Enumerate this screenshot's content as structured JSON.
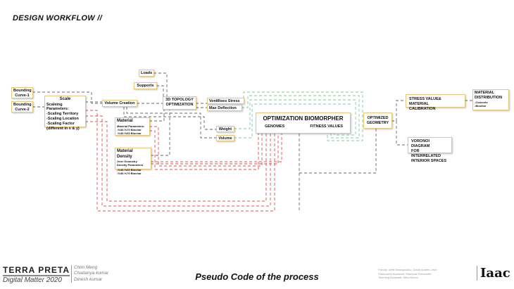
{
  "header": {
    "title": "DESIGN WORKFLOW //"
  },
  "nodes": {
    "loads": "Loads",
    "supports": "Supports",
    "bounding1": [
      "Bounding",
      "Curve-1"
    ],
    "bounding2": [
      "Bounding",
      "Curve-2"
    ],
    "scale": {
      "title": "Scale",
      "lines": [
        "Scaleing Parameters:",
        "-Scaling Territory",
        "-Scaling Location",
        "-Scaling Factor",
        "(different in x & y)"
      ]
    },
    "volume_creation": "Volume Creation",
    "topology": [
      "3D TOPOLOGY",
      "OPTIMIZATION"
    ],
    "material": {
      "title": "Material",
      "params": "Material Parameters:",
      "lines": [
        "-%30-%70 Biochar",
        "-%40-%60 Biochar"
      ]
    },
    "material_density": {
      "title": "Material Density",
      "sub": [
        "Over Geometry",
        "Density Parameters"
      ],
      "lines": [
        "-%40-%60 Biochar",
        "-%30-%70 Biochar"
      ]
    },
    "vonmises": "VonMises Stress",
    "max_deflection": "Max Deflection",
    "weight": "Weight",
    "volume": "Volume",
    "biomorpher": {
      "title": "OPTIMIZATION BIOMORPHER",
      "genomes": "GENOMES",
      "fitness": "FITNESS VALUES"
    },
    "optimized": [
      "OPTIMIZED",
      "GEOMETRY"
    ],
    "stress_calibration": [
      "STRESS VALUE& MATERIAL",
      "CALIBRATION"
    ],
    "material_distribution": {
      "title": [
        "MATERIAL",
        "DISTRIBUTION"
      ],
      "lines": [
        "-Concrete",
        "-Biochar"
      ]
    },
    "voronoi": [
      "VORONOI DIAGRAM",
      "FOR INTERRELATED",
      "INTERIOR SPACES"
    ]
  },
  "footer": {
    "project": "TERRA PRETA",
    "course": "Digital Matter 2020",
    "authors": [
      "Chim Meng",
      "Chaitanya kumar",
      "Dinesh kumar"
    ],
    "caption": "Pseudo Code of the process",
    "faculty": [
      "Faculty: Areti Markopoulou, David Andrés León",
      "Fabrication Assistant: Raimund Krenmüller",
      "Teaching Assistant: Nikol Kirova"
    ],
    "logo": "Iaac"
  },
  "colors": {
    "box_border": "#e7c77a",
    "dark_line": "#666666",
    "red_line": "#d9534f",
    "green_line": "#7cc9a0",
    "blue_line": "#8fd0d0"
  }
}
